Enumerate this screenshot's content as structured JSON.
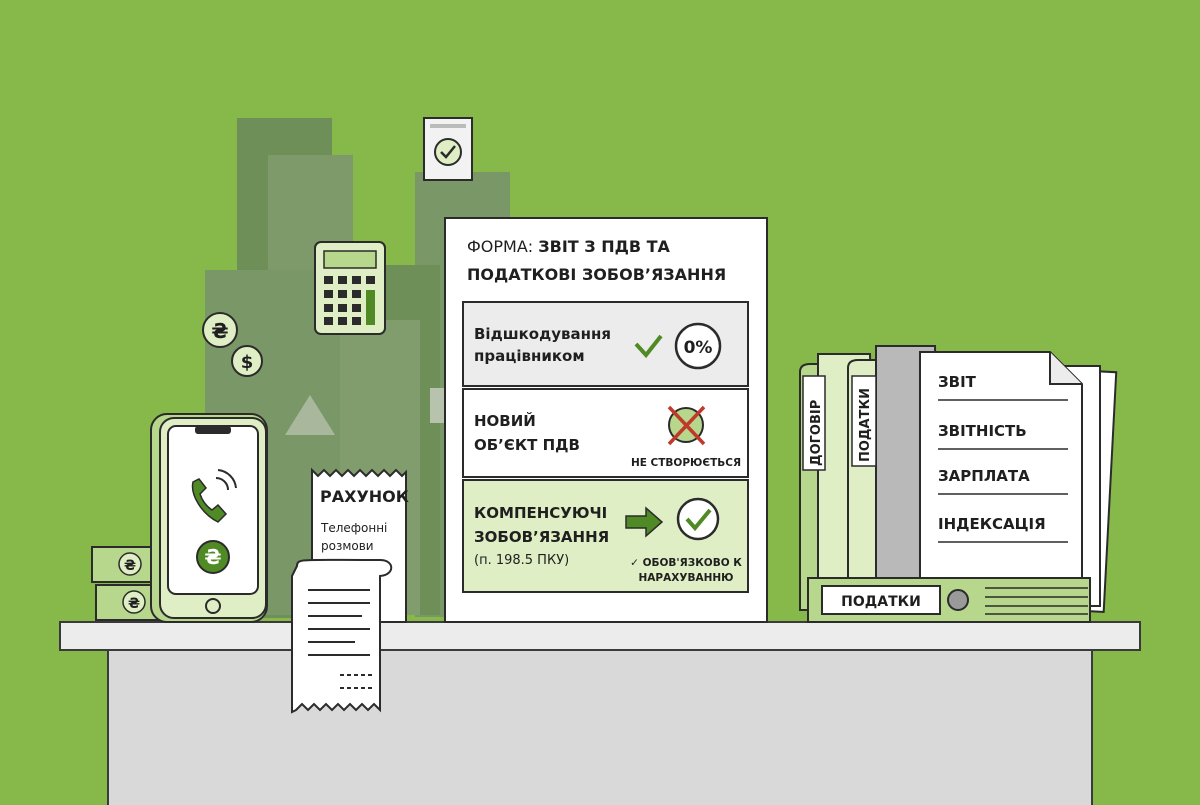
{
  "colors": {
    "background": "#86b84a",
    "light_green": "#dfeec4",
    "mid_green": "#b7d88c",
    "accent_green": "#4f8a24",
    "cross_red": "#c0392b",
    "ink": "#1f1f1f",
    "paper": "#ffffff",
    "desk": "#e8e8e8"
  },
  "form": {
    "title_prefix": "ФОРМА: ",
    "title_line1_bold": "ЗВІТ З ПДВ ТА",
    "title_line2": "ПОДАТКОВІ ЗОБОВ’ЯЗАННЯ",
    "row1": {
      "line1": "Відшкодування",
      "line2": "працівником",
      "badge": "0%",
      "icon": "check-icon"
    },
    "row2": {
      "line1": "НОВИЙ",
      "line2": "ОБ’ЄКТ ПДВ",
      "status": "НЕ СТВОРЮЄТЬСЯ",
      "icon": "crossed-circle-icon"
    },
    "row3": {
      "line1": "КОМПЕНСУЮЧІ",
      "line2": "ЗОБОВ’ЯЗАННЯ",
      "line3": "(п. 198.5 ПКУ)",
      "note_line1": "✓ ОБОВ'ЯЗКОВО К",
      "note_line2": "НАРАХУВАННЮ",
      "icon": "arrow-check-icon"
    }
  },
  "receipt": {
    "title": "РАХУНОК",
    "line1": "Телефонні",
    "line2": "розмови"
  },
  "phone": {
    "call_icon": "phone-call-icon",
    "coin_icon": "hryvnia-coin-icon"
  },
  "coins": {
    "hryvnia": "₴",
    "dollar": "$"
  },
  "folders": {
    "tab1": "ДОГОВІР",
    "tab2": "ПОДАТКИ",
    "doc_items": [
      "ЗВІТ",
      "ЗВІТНІСТЬ",
      "ЗАРПЛАТА",
      "ІНДЕКСАЦІЯ"
    ],
    "binder_label": "ПОДАТКИ"
  }
}
